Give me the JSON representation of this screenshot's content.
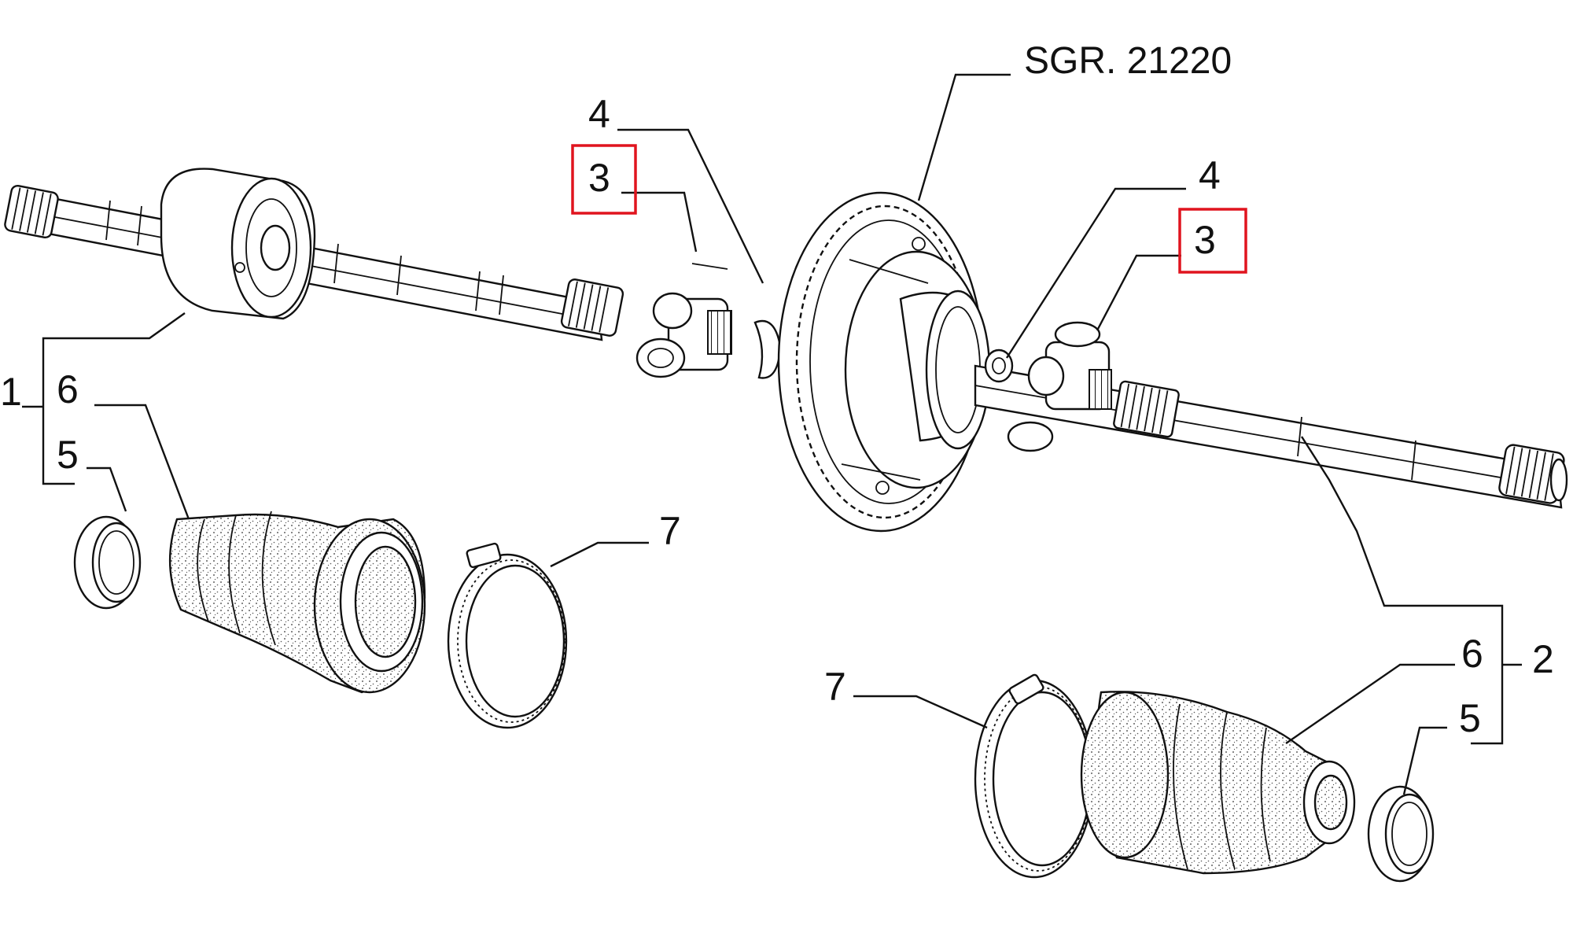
{
  "diagram": {
    "group_ref": "SGR. 21220",
    "callouts": {
      "c1": "1",
      "c2": "2",
      "c3_left": "3",
      "c3_right": "3",
      "c4_left": "4",
      "c4_right": "4",
      "c5_left": "5",
      "c5_right": "5",
      "c6_left": "6",
      "c6_right": "6",
      "c7_left": "7",
      "c7_right": "7"
    },
    "highlight_color": "#e0141e",
    "line_color": "#111111"
  }
}
